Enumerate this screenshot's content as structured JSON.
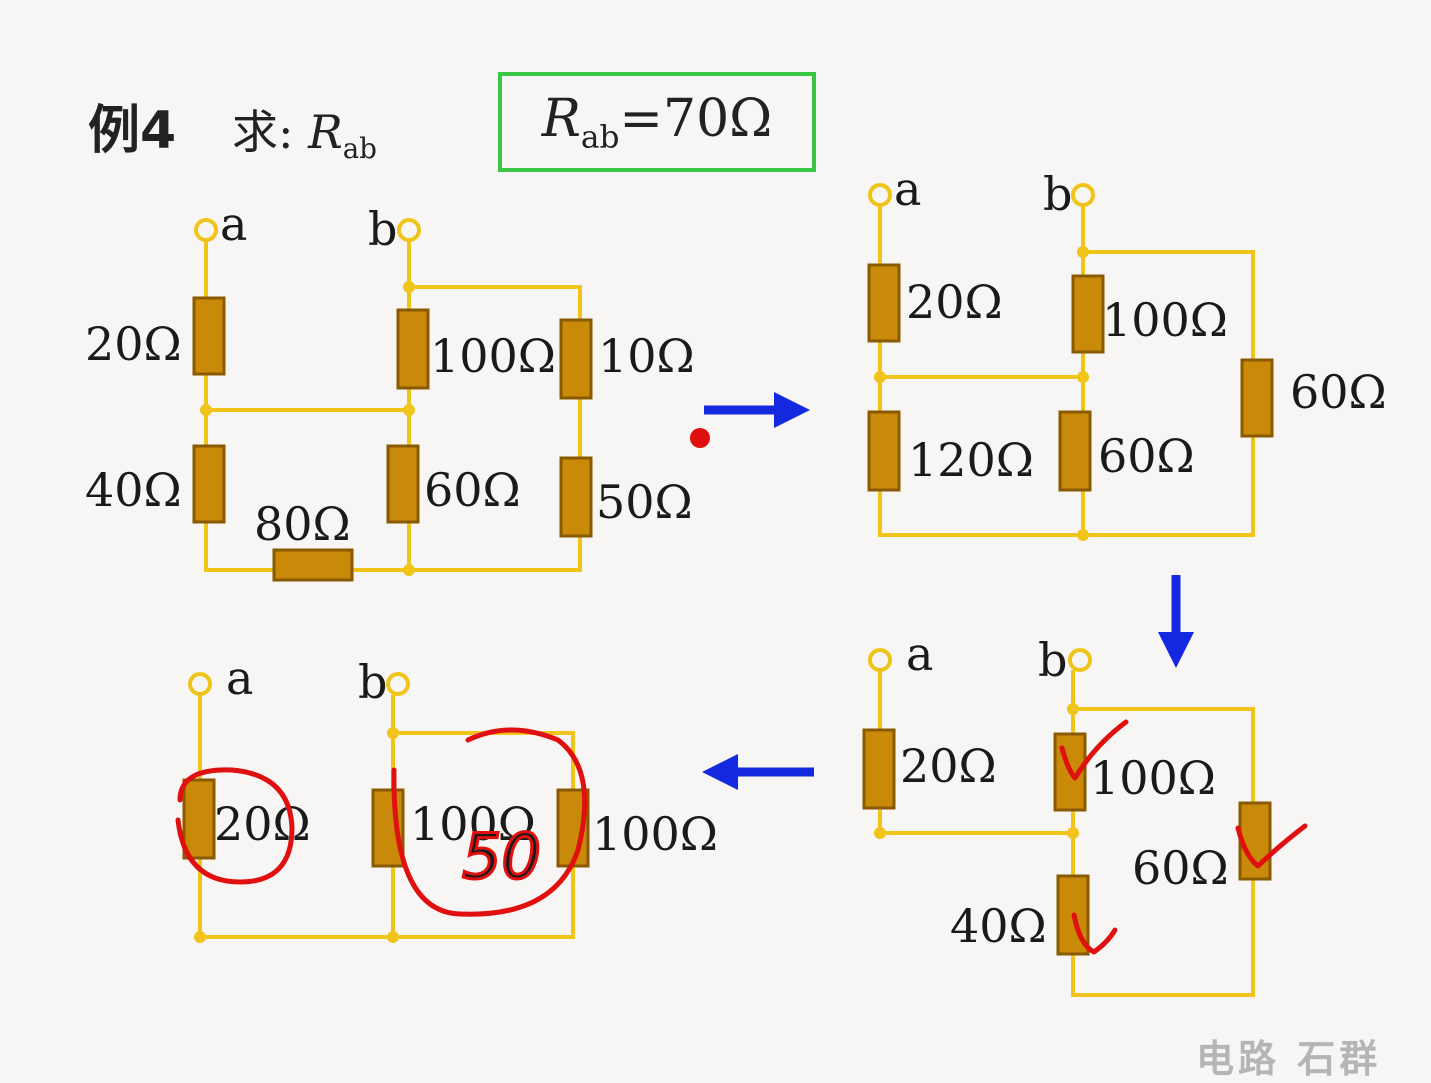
{
  "title": "例4",
  "question": {
    "prefix": "求:",
    "symbol": "R",
    "subscript": "ab"
  },
  "answer": {
    "symbol": "R",
    "subscript": "ab",
    "value": "=70Ω"
  },
  "circuit1": {
    "terminal_a": "a",
    "terminal_b": "b",
    "r20": "20Ω",
    "r40": "40Ω",
    "r80": "80Ω",
    "r100": "100Ω",
    "r60": "60Ω",
    "r10": "10Ω",
    "r50": "50Ω"
  },
  "circuit2": {
    "terminal_a": "a",
    "terminal_b": "b",
    "r20": "20Ω",
    "r120": "120Ω",
    "r100": "100Ω",
    "r60_inner": "60Ω",
    "r60_outer": "60Ω"
  },
  "circuit3": {
    "terminal_a": "a",
    "terminal_b": "b",
    "r20": "20Ω",
    "r100": "100Ω",
    "r60": "60Ω",
    "r40": "40Ω"
  },
  "circuit4": {
    "terminal_a": "a",
    "terminal_b": "b",
    "r20": "20Ω",
    "r100_left": "100Ω",
    "r100_right": "100Ω",
    "handwritten_note": "50"
  },
  "watermark": "电路  石群",
  "colors": {
    "wire": "#f0c419",
    "resistor_fill": "#c98a0a",
    "resistor_edge": "#8a5a00",
    "arrow": "#1428e0",
    "answer_border": "#39c645",
    "ink": "#e01010"
  }
}
